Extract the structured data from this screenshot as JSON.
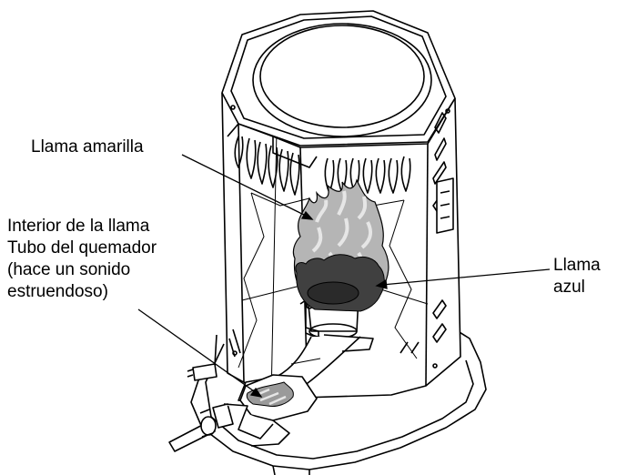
{
  "labels": {
    "yellow_flame": "Llama amarilla",
    "inner_flame_lines": [
      "Interior de la llama",
      "Tubo del quemador",
      "(hace un sonido",
      "estruendoso)"
    ],
    "blue_flame_lines": [
      "Llama",
      "azul"
    ]
  },
  "colors": {
    "line": "#000000",
    "yellow_flame_fill": "#b5b5b5",
    "yellow_flame_inner": "#e6e6e6",
    "blue_flame_fill": "#404040",
    "background": "#ffffff"
  }
}
